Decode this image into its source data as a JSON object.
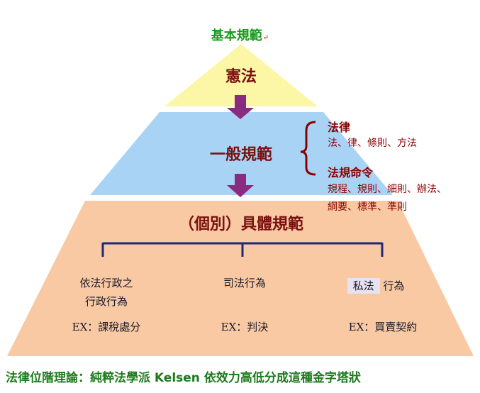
{
  "title": "基本規範",
  "title_mark": "↵",
  "levels": {
    "top": "憲法",
    "middle": "一般規範",
    "bottom": "（個別）具體規範"
  },
  "side": {
    "law_title": "法律",
    "law_items": "法、律、條則、方法",
    "order_title": "法規命令",
    "order_items_1": "規程、規則、細則、辦法、",
    "order_items_2": "綱要、標準、準則"
  },
  "branches": [
    {
      "line1": "依法行政之",
      "line2": "行政行為",
      "example": "EX：課稅處分"
    },
    {
      "line1": "司法行為",
      "line2": "",
      "example": "EX：判決"
    },
    {
      "line1_boxed": "私法",
      "line1_rest": "行為",
      "example": "EX：買賣契約"
    }
  ],
  "footer": "法律位階理論：純粹法學派 Kelsen 依效力高低分成這種金字塔狀",
  "colors": {
    "top_fill": "#fbf7a6",
    "middle_fill": "#a9d3f4",
    "bottom_fill": "#f8c9a2",
    "arrow": "#8a2a80",
    "bracket": "#1d2a78",
    "side_brace": "#8b0000",
    "title": "#1a9b1a",
    "footer": "#1f7a1f"
  }
}
